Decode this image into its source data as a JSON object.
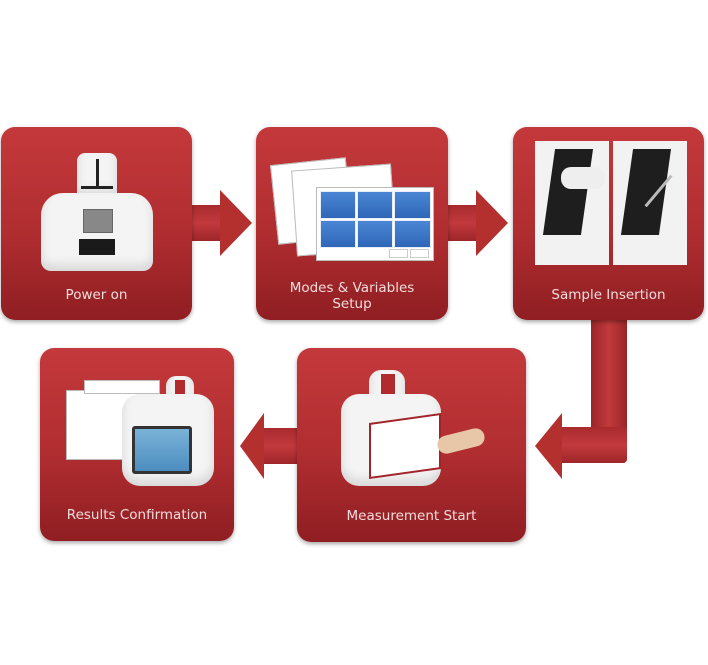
{
  "diagram": {
    "type": "process-flow",
    "colors": {
      "box": "#b5302f",
      "arrow": "#b3302f",
      "label": "#f3dcdc",
      "background": "#ffffff"
    },
    "steps": [
      {
        "id": 1,
        "label": "Power on",
        "image": "device-front-view"
      },
      {
        "id": 2,
        "label_line1": "Modes & Variables",
        "label_line2": "Setup",
        "image": "software-mode-screens"
      },
      {
        "id": 3,
        "label": "Sample Insertion",
        "image": "sample-pipetting-photos"
      },
      {
        "id": 4,
        "label": "Measurement Start",
        "image": "touchscreen-device-finger"
      },
      {
        "id": 5,
        "label": "Results Confirmation",
        "image": "results-chart-and-device"
      }
    ],
    "arrows": [
      {
        "from": 1,
        "to": 2,
        "direction": "right"
      },
      {
        "from": 2,
        "to": 3,
        "direction": "right"
      },
      {
        "from": 3,
        "to": 4,
        "direction": "down-then-left"
      },
      {
        "from": 4,
        "to": 5,
        "direction": "left"
      }
    ]
  }
}
